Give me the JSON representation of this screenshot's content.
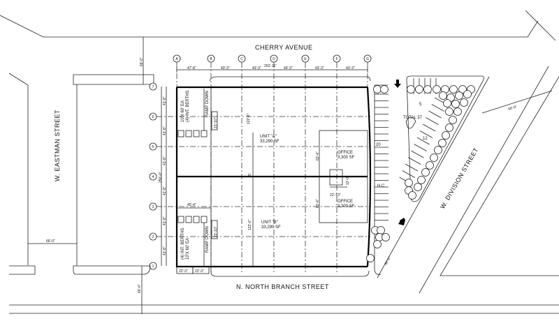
{
  "streets": {
    "north": "CHERRY AVENUE",
    "south": "N. NORTH BRANCH STREET",
    "west": "W. EASTMAN STREET",
    "east": "W. DIVISION STREET"
  },
  "column_grid": [
    "A",
    "B",
    "C",
    "D",
    "E",
    "F",
    "G"
  ],
  "row_grid": [
    "7",
    "6",
    "5",
    "4",
    "3",
    "2",
    "1"
  ],
  "dimensions": {
    "overall_width": "263'-11\"",
    "bay_widths": [
      "47'-8\"",
      "43'-3\"",
      "43'-3\"",
      "43'-3\"",
      "43'-3\"",
      "43'-3\""
    ],
    "overall_depth": "250'-0\"",
    "bay_depths": [
      "41'-8\"",
      "41'-8\"",
      "41'-8\"",
      "41'-8\"",
      "41'-8\"",
      "41'-8\""
    ],
    "row_width_top": "66'-0\"",
    "row_width_bottom": "66'-0\"",
    "west_street_width": "66'-0\"",
    "east_street_width": "66'-0\"",
    "dock_depth_top": "21'-10\"",
    "dock_depth_bottom": "21'-10\"",
    "unit_depth_a": "122'-6\"",
    "unit_depth_b": "122'-6\"",
    "office_depth_a": "62'-4\"",
    "office_depth_b": "62'-4\"",
    "office_width": "22'-10\"",
    "core_dim": "12'-0\"",
    "center_dim": "5'",
    "dock_width": "45'-4\"",
    "berth_widths": [
      "22'-3\"",
      "22'-3\""
    ],
    "driveway_width": "60'-0\""
  },
  "units": [
    {
      "name": "UNIT \"A\"",
      "area": "33,290 SF"
    },
    {
      "name": "UNIT \"B\"",
      "area": "33,290 SF"
    }
  ],
  "offices": [
    {
      "name": "OFFICE",
      "area": "3,300 SF"
    },
    {
      "name": "OFFICE",
      "area": "3,300 SF"
    }
  ],
  "loading": {
    "top_berths_line1": "10'X 60' EA",
    "top_berths_line2": "(4) INT. BERTHS",
    "bottom_berths_line1": "(4) INT. BERTHS",
    "bottom_berths_line2": "10'X 60' EA",
    "ramp_top": "RAMP DOWN",
    "ramp_bottom": "RAMP DOWN"
  },
  "parking": {
    "total": "TOTAL 37",
    "row_east_count": "20",
    "island_top_count": "5",
    "island_diag_count": "12",
    "hc": "H.C"
  }
}
